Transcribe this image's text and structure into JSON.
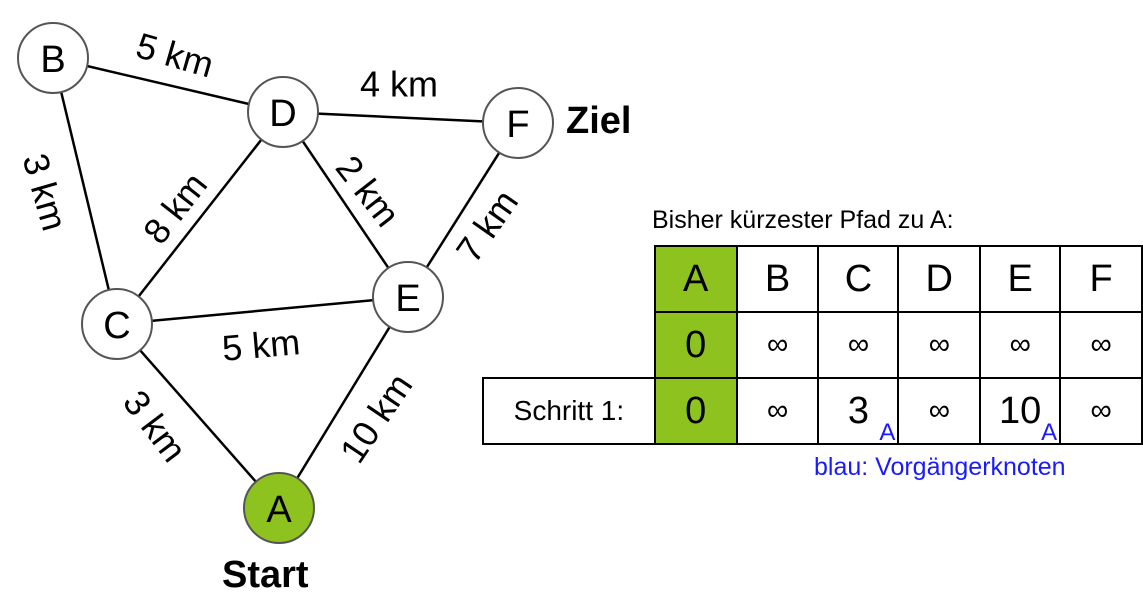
{
  "graph": {
    "nodes": [
      {
        "id": "A",
        "label": "A",
        "start": true
      },
      {
        "id": "B",
        "label": "B"
      },
      {
        "id": "C",
        "label": "C"
      },
      {
        "id": "D",
        "label": "D"
      },
      {
        "id": "E",
        "label": "E"
      },
      {
        "id": "F",
        "label": "F"
      }
    ],
    "edges": [
      {
        "from": "B",
        "to": "D",
        "label": "5 km"
      },
      {
        "from": "D",
        "to": "F",
        "label": "4 km"
      },
      {
        "from": "B",
        "to": "C",
        "label": "3 km"
      },
      {
        "from": "C",
        "to": "D",
        "label": "8 km"
      },
      {
        "from": "D",
        "to": "E",
        "label": "2 km"
      },
      {
        "from": "E",
        "to": "F",
        "label": "7 km"
      },
      {
        "from": "C",
        "to": "E",
        "label": "5 km"
      },
      {
        "from": "C",
        "to": "A",
        "label": "3 km"
      },
      {
        "from": "E",
        "to": "A",
        "label": "10 km"
      }
    ],
    "ziel_label": "Ziel",
    "start_label": "Start"
  },
  "table": {
    "caption": "Bisher kürzester Pfad zu A:",
    "headers": [
      "A",
      "B",
      "C",
      "D",
      "E",
      "F"
    ],
    "initial_row": [
      "0",
      "∞",
      "∞",
      "∞",
      "∞",
      "∞"
    ],
    "step1": {
      "label": "Schritt 1:",
      "values": [
        "0",
        "∞",
        "3",
        "∞",
        "10",
        "∞"
      ],
      "predecessors": [
        "",
        "",
        "A",
        "",
        "A",
        ""
      ]
    },
    "legend": "blau: Vorgängerknoten"
  }
}
